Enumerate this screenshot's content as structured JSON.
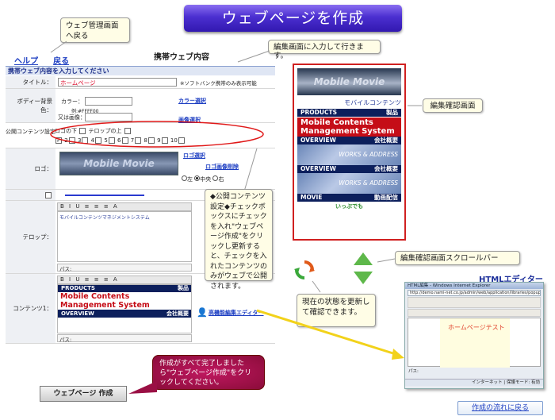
{
  "page_title": "ウェブページを作成",
  "callouts": {
    "back": "ウェブ管理画面へ戻る",
    "edit_screen": "編集画面に入力して行きます。",
    "preview_screen": "編集確認画面",
    "scrollbar": "編集確認画面スクロールバー",
    "checkbox_note": "◆公開コンテンツ設定◆チェックボックスにチェックを入れ\"ウェブページ作成\"をクリックし更新すると、チェックを入れたコンテンツのみがウェブで公開されます。",
    "refresh_note": "現在の状態を更新して確認できます。",
    "complete_note": "作成がすべて完了しましたら\"ウェブページ作成\"をクリックしてください。"
  },
  "nav": {
    "help": "ヘルプ",
    "back": "戻る",
    "heading": "携帯ウェブ内容"
  },
  "form": {
    "section_header": "携帯ウェブ内容を入力してください",
    "title_label": "タイトル：",
    "title_value": "ホームページ",
    "title_note": "※ソフトバンク携帯のみ表示可能",
    "bg_label": "ボディー背景色：",
    "color_label": "カラー：",
    "color_example": "例:#FFFF00",
    "or_image_label": "又は画像：",
    "color_select_link": "カラー選択",
    "image_select_link": "画像選択",
    "public_label": "公開コンテンツ設定",
    "below_logo": "ロゴの下",
    "above_telop": "テロップの上",
    "numbers": [
      "2",
      "3",
      "4",
      "5",
      "6",
      "7",
      "8",
      "9",
      "10"
    ],
    "logo_label": "ロゴ：",
    "logo_text": "Mobile Movie",
    "logo_select_link": "ロゴ選択",
    "logo_delete_link": "ロゴ画像削除",
    "align": [
      "左",
      "中央",
      "右"
    ],
    "telop_label": "テロップ：",
    "telop_value": "モバイルコンテンツマネジメントシステム",
    "path_label": "パス:",
    "content_label": "コンテンツ1：",
    "advanced_editor_link": "高機能編集エディター",
    "submit_label": "ウェブページ 作成",
    "toolbar": "B I U ≡ ≡ ≡ A"
  },
  "content_preview": {
    "products": "PRODUCTS",
    "products_jp": "製品",
    "title1": "Mobile Contents",
    "title2": "Management System",
    "overview": "OVERVIEW",
    "overview_jp": "会社概要"
  },
  "preview": {
    "logo": "Mobile Movie",
    "subtitle": "モバイルコンテンツ",
    "products": "PRODUCTS",
    "products_jp": "製品",
    "title1": "Mobile Contents",
    "title2": "Management System",
    "overview": "OVERVIEW",
    "overview_jp": "会社概要",
    "works": "WORKS & ADDRESS",
    "movie": "MOVIE",
    "movie_jp": "動画配信",
    "footer": "いっぷでも"
  },
  "html_editor": {
    "label": "HTMLエディター",
    "window_title": "HTML編集 - Windows Internet Explorer",
    "address": "http://demo.nami-net.co.jp/admin/web/application/libraries/popup.php",
    "content": "ホームページテスト",
    "path": "パス:",
    "status": "インターネット | 保護モード: 有効"
  },
  "flow_link": "作成の流れに戻る",
  "colors": {
    "accent_red": "#c50d17",
    "accent_navy": "#0c1f5c",
    "banner_purple": "#4b2fd0"
  }
}
